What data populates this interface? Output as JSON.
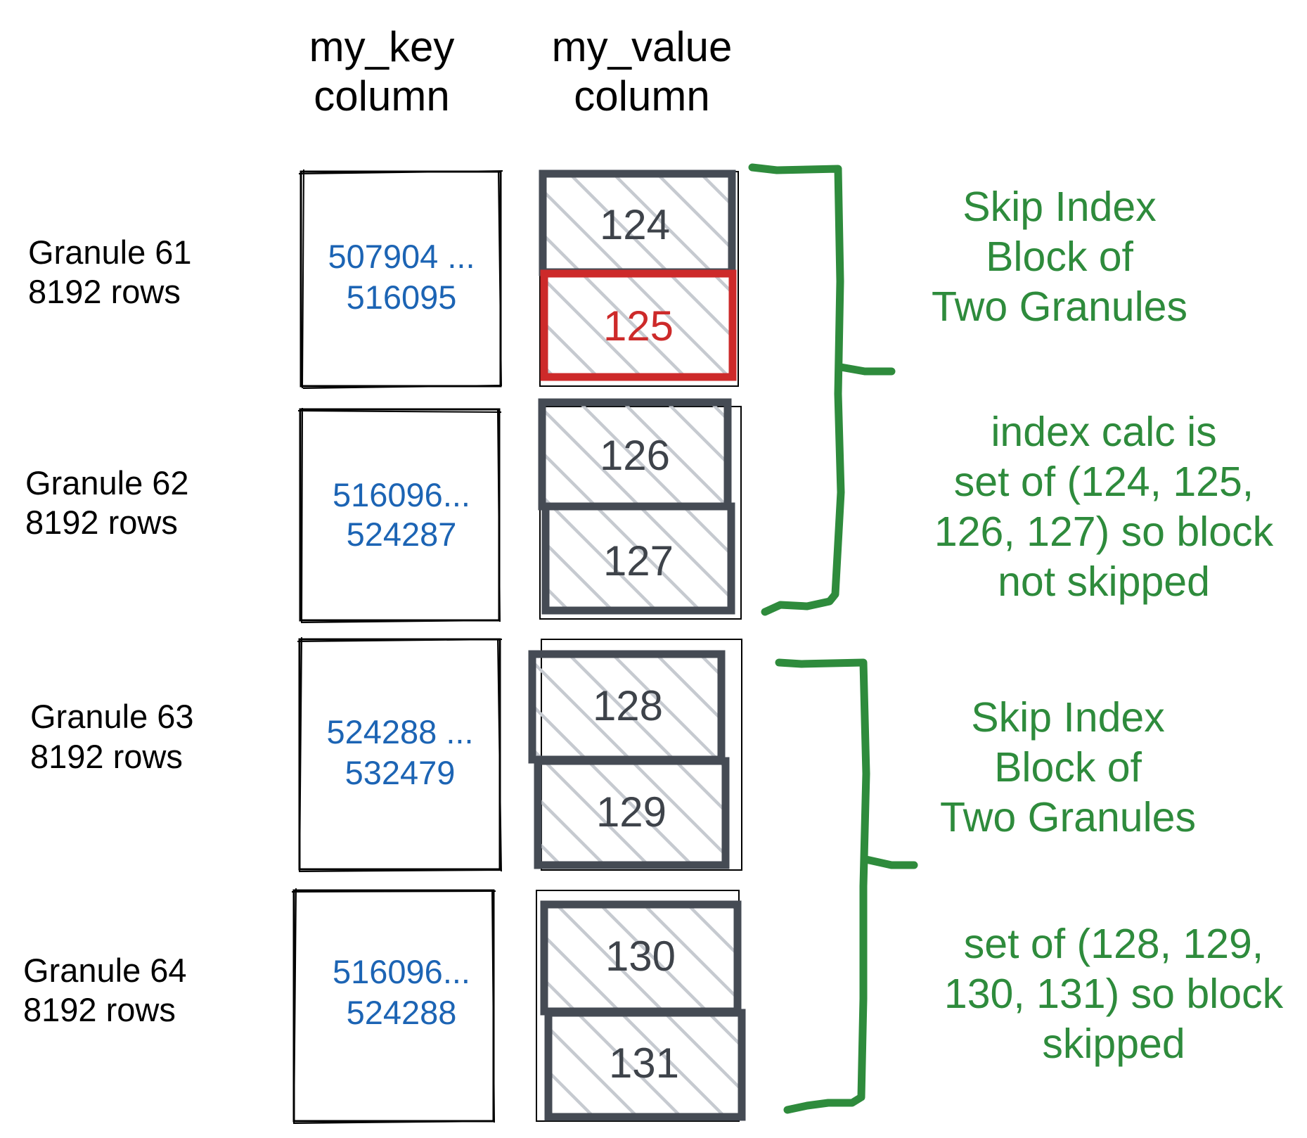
{
  "headers": {
    "key_line1": "my_key",
    "key_line2": "column",
    "value_line1": "my_value",
    "value_line2": "column"
  },
  "granules": [
    {
      "label": "Granule 61",
      "rows": "8192 rows",
      "key_line1": "507904 ...",
      "key_line2": "516095",
      "values": [
        "124",
        "125"
      ],
      "highlighted_value": "125"
    },
    {
      "label": "Granule 62",
      "rows": "8192 rows",
      "key_line1": "516096...",
      "key_line2": "524287",
      "values": [
        "126",
        "127"
      ]
    },
    {
      "label": "Granule 63",
      "rows": "8192 rows",
      "key_line1": "524288 ...",
      "key_line2": "532479",
      "values": [
        "128",
        "129"
      ]
    },
    {
      "label": "Granule 64",
      "rows": "8192 rows",
      "key_line1": "516096...",
      "key_line2": "524288",
      "values": [
        "130",
        "131"
      ]
    }
  ],
  "blocks": [
    {
      "title": [
        "Skip Index",
        "Block of",
        "Two Granules"
      ],
      "note": [
        "index calc is",
        "set of (124, 125,",
        "126, 127) so block",
        "not skipped"
      ]
    },
    {
      "title": [
        "Skip Index",
        "Block of",
        "Two Granules"
      ],
      "note": [
        "set of (128, 129,",
        "130, 131) so block",
        "skipped"
      ]
    }
  ],
  "colors": {
    "text": "#000000",
    "key_text": "#1c64b4",
    "value_text": "#3e434a",
    "value_border": "#454b54",
    "hatch": "#c6cad0",
    "highlight": "#cd2a2a",
    "annotation": "#2e8b3c"
  }
}
